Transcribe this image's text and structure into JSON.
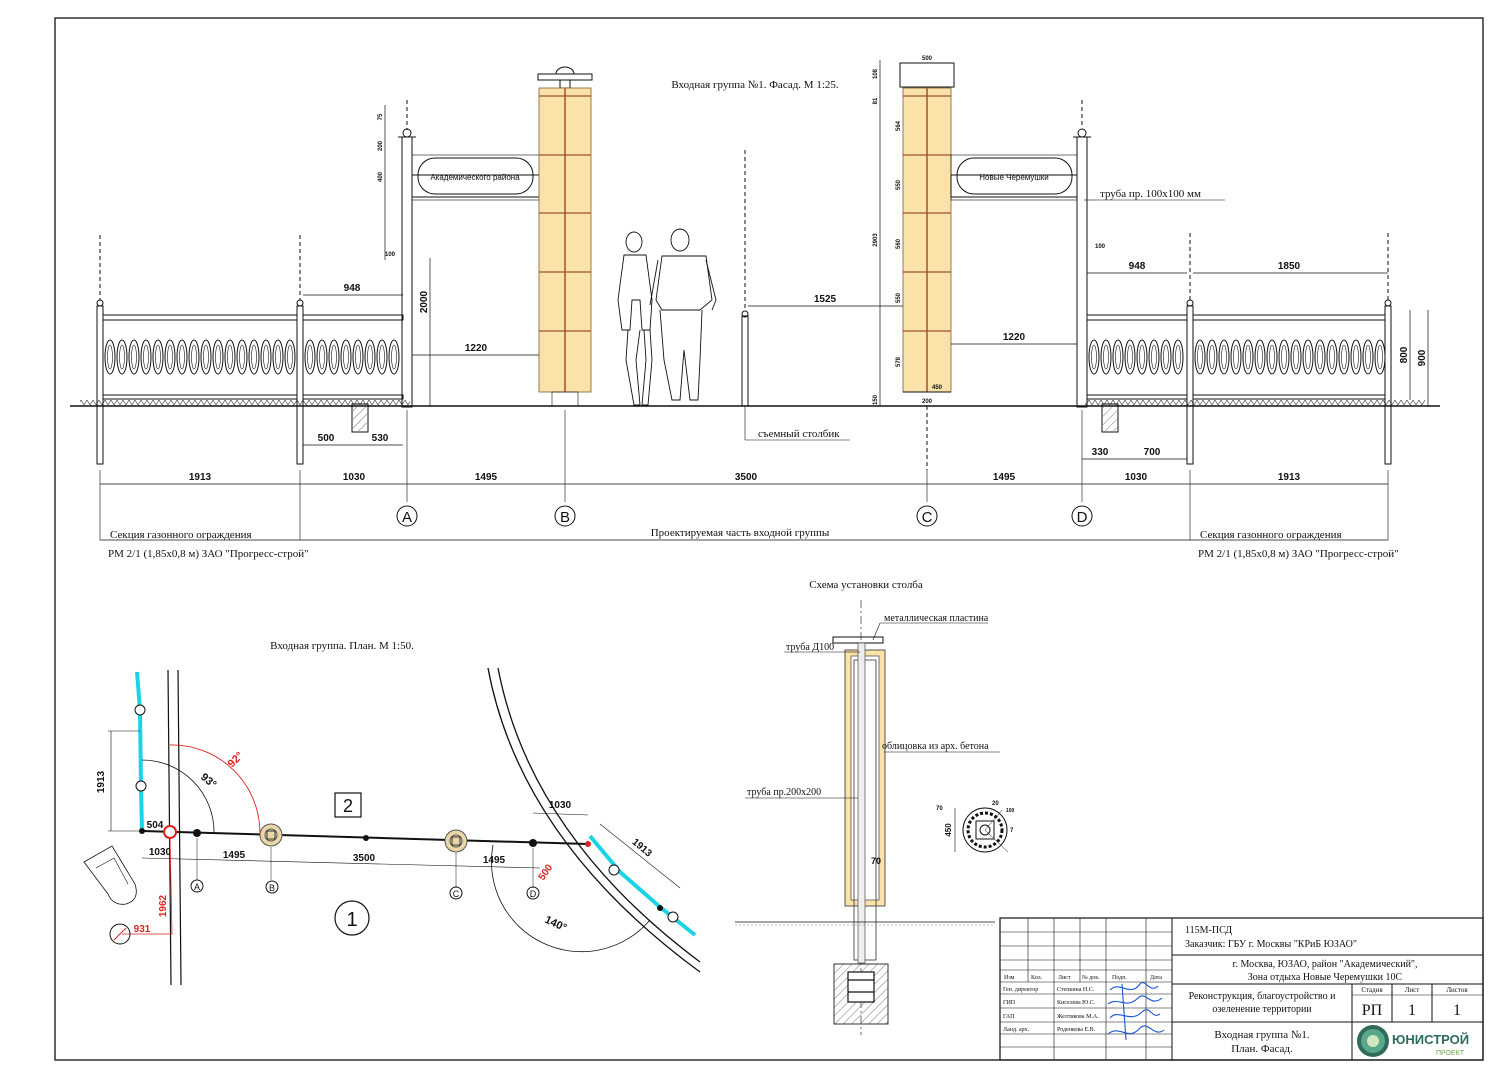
{
  "facade": {
    "title": "Входная группа №1. Фасад. М 1:25.",
    "sign_left": "Академического района",
    "sign_right": "Новые Черемушки",
    "pipe_label": "труба пр. 100х100 мм",
    "post_label": "съемный столбик",
    "dims": {
      "d948": "948",
      "d1220": "1220",
      "d1525": "1525",
      "d1850": "1850",
      "d2000": "2000",
      "d800": "800",
      "d900": "900",
      "d500": "500",
      "d530": "530",
      "d330": "330",
      "d700": "700",
      "d100": "100",
      "d75": "75",
      "d200": "200",
      "d400": "400",
      "d108": "108",
      "d81": "81",
      "d564": "564",
      "d550": "550",
      "d560": "560",
      "d578": "578",
      "d150": "150",
      "d2903": "2903",
      "d450": "450",
      "d500top": "500"
    },
    "bottom_dims": [
      "1913",
      "1030",
      "1495",
      "3500",
      "1495",
      "1030",
      "1913"
    ],
    "axes": [
      "A",
      "B",
      "C",
      "D"
    ],
    "lawn_section": "Секция газонного ограждения",
    "lawn_spec": "РМ 2/1 (1,85х0,8 м)  ЗАО \"Прогресс-строй\"",
    "designed_part": "Проектируемая часть входной группы"
  },
  "plan": {
    "title": "Входная группа. План. М 1:50.",
    "dims": [
      "1913",
      "504",
      "1030",
      "1495",
      "3500",
      "1495",
      "1030",
      "1913",
      "931",
      "1962",
      "500"
    ],
    "angles": [
      "93°",
      "92°",
      "140°"
    ],
    "marker_1": "1",
    "marker_2": "2",
    "axes": [
      "A",
      "B",
      "C",
      "D"
    ]
  },
  "scheme": {
    "title": "Схема установки столба",
    "plate": "металлическая пластина",
    "pipe100": "труба Д100",
    "cladding": "облицовка из арх. бетона",
    "pipe200": "труба пр.200х200",
    "d70": "70",
    "section_dims": [
      "450",
      "20",
      "70",
      "7",
      "100"
    ]
  },
  "titleblock": {
    "code": "115М-ПСД",
    "customer": "Заказчик: ГБУ г. Москвы \"КРиБ ЮЗАО\"",
    "address1": "г. Москва, ЮЗАО, район \"Академический\",",
    "address2": "Зона отдыха Новые Черемушки 10С",
    "project1": "Реконструкция, благоустройство и",
    "project2": "озеленение территории",
    "sheet_title1": "Входная группа №1.",
    "sheet_title2": "План. Фасад.",
    "hdr_stage": "Стадия",
    "hdr_sheet": "Лист",
    "hdr_sheets": "Листов",
    "stage": "РП",
    "sheet": "1",
    "sheets": "1",
    "col_headers": [
      "Изм",
      "Кол.",
      "Лист",
      "№ док.",
      "Подп.",
      "Дата"
    ],
    "staff": [
      {
        "role": "Ген. директор",
        "name": "Степкина Н.С."
      },
      {
        "role": "ГИП",
        "name": "Киселева Ю.С."
      },
      {
        "role": "ГАП",
        "name": "Желтикова М.А."
      },
      {
        "role": "Ланд. арх.",
        "name": "Роденкова Е.В."
      }
    ],
    "logo_name": "ЮНИСТРОЙ",
    "logo_sub": "ПРОЕКТ"
  }
}
